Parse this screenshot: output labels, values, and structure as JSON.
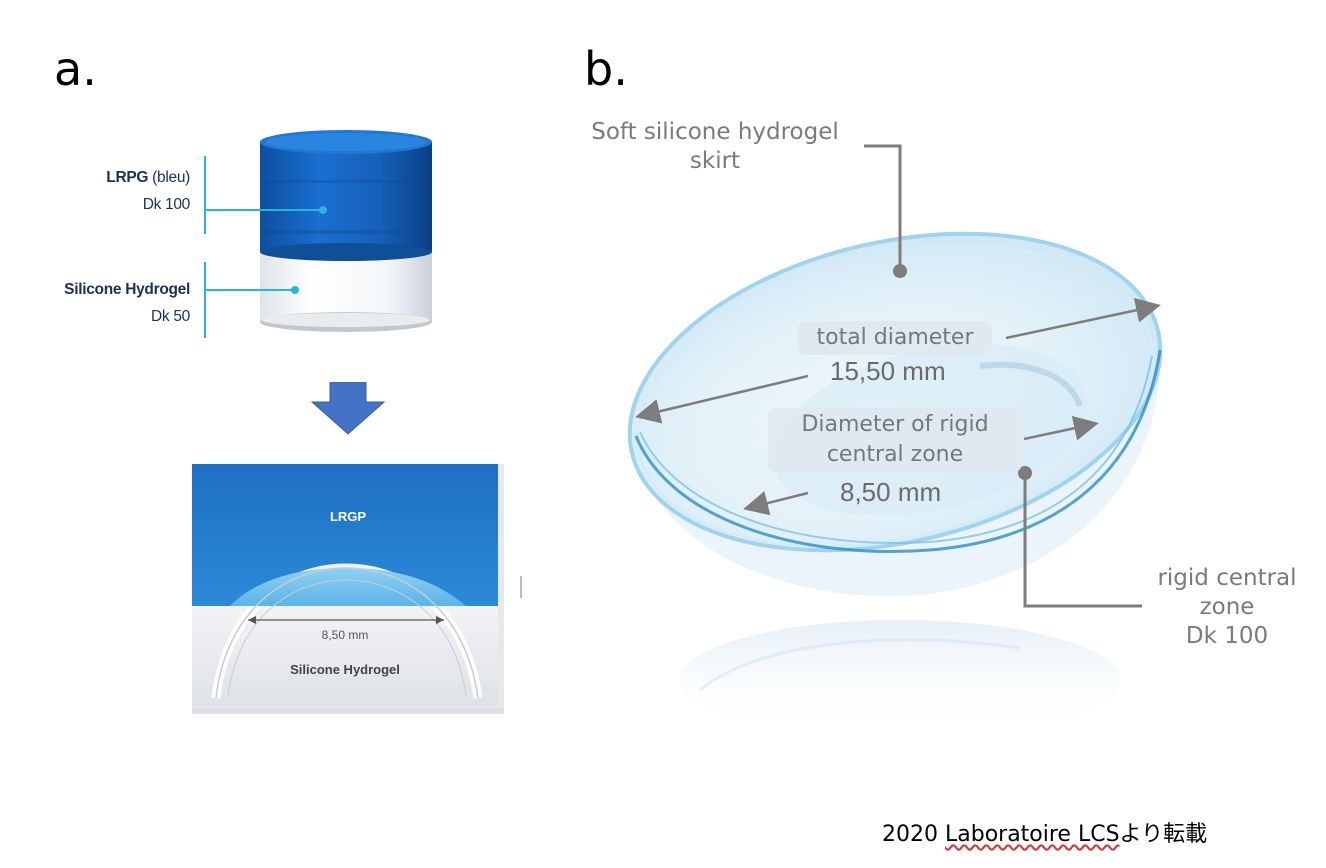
{
  "panels": {
    "a": {
      "label": "a.",
      "cylinder": {
        "top_label": "LRPG",
        "top_label_suffix": "(bleu)",
        "top_dk": "Dk 100",
        "bottom_label": "Silicone Hydrogel",
        "bottom_dk": "Dk 50"
      },
      "cross_section": {
        "top_label": "LRGP",
        "measure": "8,50 mm",
        "bottom_label": "Silicone Hydrogel"
      }
    },
    "b": {
      "label": "b.",
      "skirt_label_line1": "Soft silicone hydrogel",
      "skirt_label_line2": "skirt",
      "total_diameter_label": "total diameter",
      "total_diameter_value": "15,50 mm",
      "rigid_diameter_line1": "Diameter of rigid",
      "rigid_diameter_line2": "central zone",
      "rigid_diameter_value": "8,50 mm",
      "rigid_zone_line1": "rigid central",
      "rigid_zone_line2": "zone",
      "rigid_zone_dk": "Dk 100"
    }
  },
  "footer": {
    "prefix": "2020 ",
    "underlined": "Laboratoire LCS",
    "suffix": "より転載"
  },
  "colors": {
    "lens_blue": "#1565b8",
    "arrow_blue": "#4472c4",
    "callout_cyan": "#2bb3d8",
    "leader_gray": "#7d7d7d"
  }
}
